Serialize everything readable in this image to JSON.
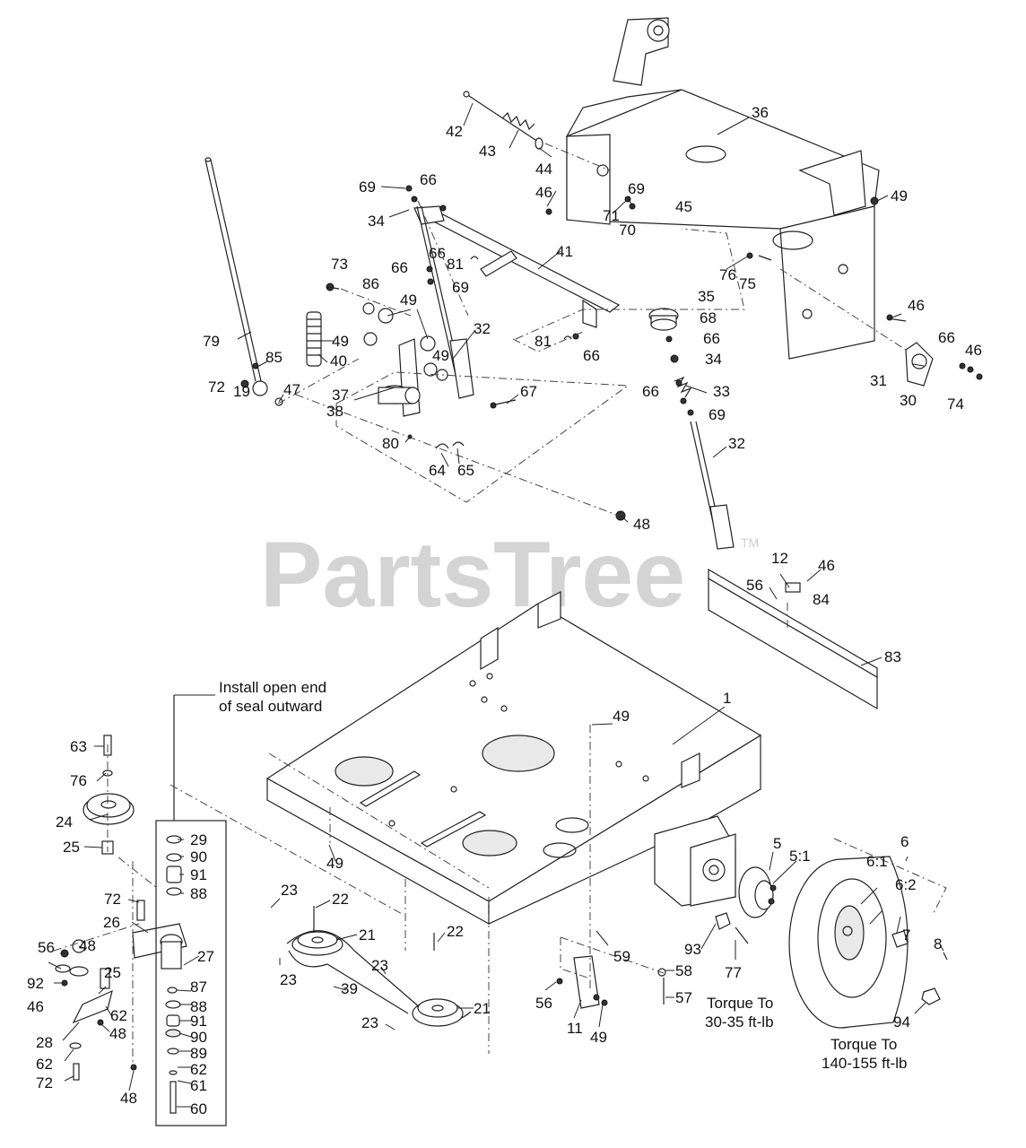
{
  "watermark": {
    "brand": "PartsTree",
    "trademark": "TM"
  },
  "notes": {
    "seal_line1": "Install open end",
    "seal_line2": "of seal outward",
    "torque_hub_line1": "Torque To",
    "torque_hub_line2": "30-35 ft-lb",
    "torque_wheel_line1": "Torque To",
    "torque_wheel_line2": "140-155 ft-lb"
  },
  "part_labels": {
    "l42": "42",
    "l43": "43",
    "l44": "44",
    "l36": "36",
    "l49a": "49",
    "l69a": "69",
    "l66a": "66",
    "l34a": "34",
    "l46a": "46",
    "l71": "71",
    "l69b": "69",
    "l70": "70",
    "l45": "45",
    "l66b": "66",
    "l81a": "81",
    "l41": "41",
    "l66c": "66",
    "l69c": "69",
    "l76a": "76",
    "l75": "75",
    "l73": "73",
    "l86": "86",
    "l49b": "49",
    "l32a": "32",
    "l35": "35",
    "l68": "68",
    "l66d": "66",
    "l46b": "46",
    "l79": "79",
    "l49c": "49",
    "l40": "40",
    "l81b": "81",
    "l66e": "66",
    "l34b": "34",
    "l66f": "66",
    "l46c": "46",
    "l85": "85",
    "l72a": "72",
    "l47": "47",
    "l19": "19",
    "l49d": "49",
    "l37": "37",
    "l38": "38",
    "l67": "67",
    "l31": "31",
    "l30": "30",
    "l74": "74",
    "l33": "33",
    "l66g": "66",
    "l69d": "69",
    "l80": "80",
    "l32b": "32",
    "l64": "64",
    "l65": "65",
    "l48a": "48",
    "l12": "12",
    "l46d": "46",
    "l56a": "56",
    "l84": "84",
    "l83": "83",
    "l1": "1",
    "l49e": "49",
    "l63": "63",
    "l76b": "76",
    "l24": "24",
    "l29": "29",
    "l90a": "90",
    "l25a": "25",
    "l91a": "91",
    "l88a": "88",
    "l49f": "49",
    "l6": "6",
    "l5": "5",
    "l51": "5:1",
    "l61a": "6:1",
    "l62a": "6:2",
    "l72b": "72",
    "l26": "26",
    "l23a": "23",
    "l22a": "22",
    "l27": "27",
    "l56b": "56",
    "l48b": "48",
    "l21a": "21",
    "l22b": "22",
    "l92": "92",
    "l25b": "25",
    "l87": "87",
    "l23b": "23",
    "l59": "59",
    "l93": "93",
    "l7": "7",
    "l8": "8",
    "l46e": "46",
    "l88b": "88",
    "l23c": "23",
    "l58": "58",
    "l77": "77",
    "l62b": "62",
    "l91b": "91",
    "l39": "39",
    "l57": "57",
    "l28": "28",
    "l48c": "48",
    "l90b": "90",
    "l56c": "56",
    "l21b": "21",
    "l94": "94",
    "l89": "89",
    "l62c": "62",
    "l23d": "23",
    "l11": "11",
    "l49g": "49",
    "l62d": "62",
    "l61b": "61",
    "l72c": "72",
    "l48d": "48",
    "l60": "60"
  }
}
